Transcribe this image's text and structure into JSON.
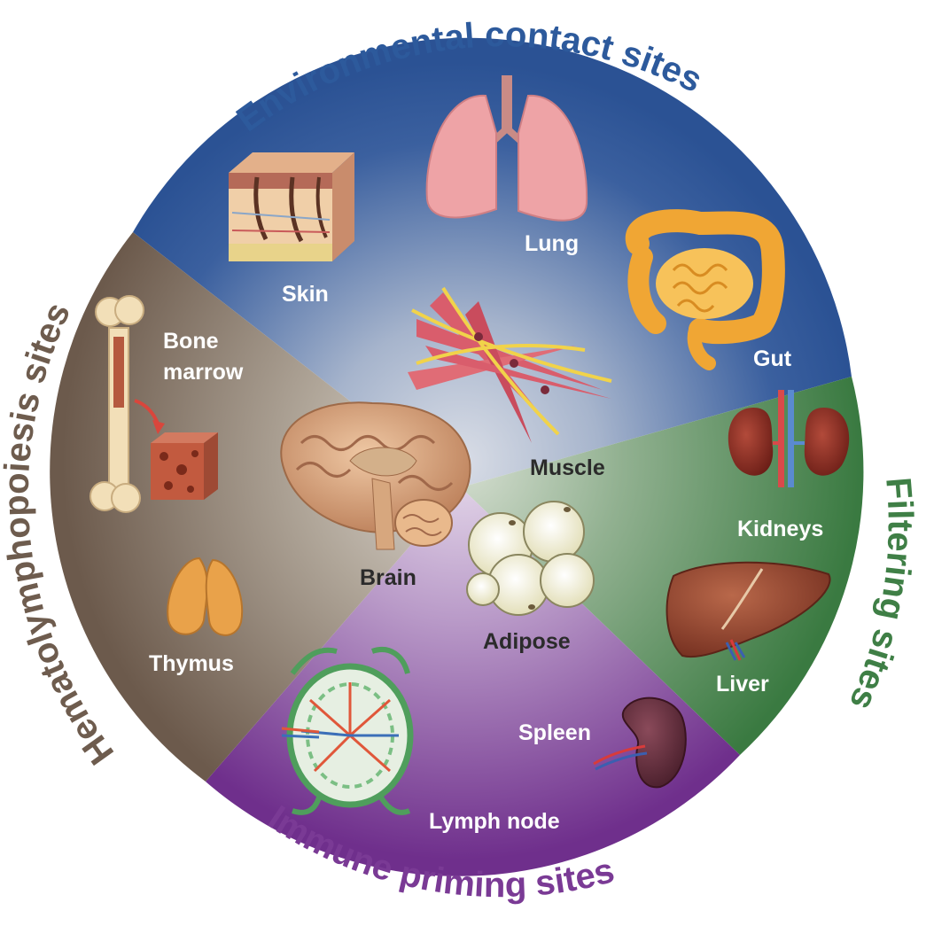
{
  "categories": {
    "environmental": {
      "title": "Environmental contact sites",
      "color": "#2d5a9c"
    },
    "filtering": {
      "title": "Filtering sites",
      "color": "#3f7f46"
    },
    "immune": {
      "title": "Immune priming sites",
      "color": "#7a3a95"
    },
    "hemato": {
      "title": "Hematolymphopoiesis sites",
      "color": "#6e5c4e"
    }
  },
  "organs": {
    "skin": "Skin",
    "lung": "Lung",
    "gut": "Gut",
    "muscle": "Muscle",
    "bone_marrow_1": "Bone",
    "bone_marrow_2": "marrow",
    "brain": "Brain",
    "kidneys": "Kidneys",
    "liver": "Liver",
    "adipose": "Adipose",
    "thymus": "Thymus",
    "spleen": "Spleen",
    "lymph_node": "Lymph node"
  },
  "icons": [
    "skin-icon",
    "lung-icon",
    "gut-icon",
    "muscle-icon",
    "bone-icon",
    "bone-marrow-icon",
    "brain-icon",
    "kidneys-icon",
    "liver-icon",
    "adipose-icon",
    "thymus-icon",
    "spleen-icon",
    "lymph-node-icon"
  ]
}
